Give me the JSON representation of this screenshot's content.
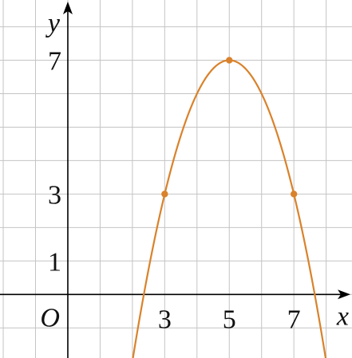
{
  "chart_data": {
    "type": "line",
    "title": "",
    "xlabel": "x",
    "ylabel": "y",
    "origin_label": "O",
    "xlim": [
      -2.1,
      8.8
    ],
    "ylim": [
      -1.9,
      8.8
    ],
    "grid": true,
    "x_ticks": [
      3,
      5,
      7
    ],
    "y_ticks": [
      1,
      3,
      7
    ],
    "series": [
      {
        "function": "y = -(x - 5)^2 + 7",
        "x_range": [
          2,
          8
        ],
        "color": "#d9822b"
      }
    ],
    "marked_points": [
      {
        "x": 3,
        "y": 3
      },
      {
        "x": 5,
        "y": 7
      },
      {
        "x": 7,
        "y": 3
      }
    ]
  }
}
